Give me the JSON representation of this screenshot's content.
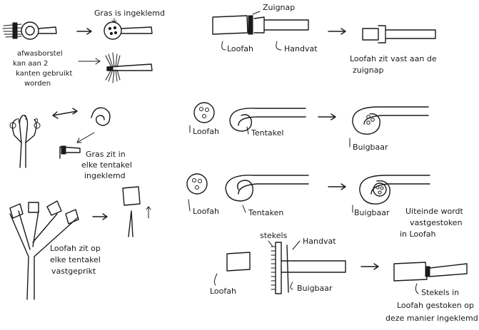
{
  "labels": {
    "gras_ingeklemd": "Gras is ingeklemd",
    "afwasborstel_1": "afwasborstel",
    "afwasborstel_2": "kan aan 2",
    "afwasborstel_3": "kanten gebruikt",
    "afwasborstel_4": "worden",
    "gras_tentakel_1": "Gras zit in",
    "gras_tentakel_2": "elke tentakel",
    "gras_tentakel_3": "ingeklemd",
    "loofah_prikt_1": "Loofah zit op",
    "loofah_prikt_2": "elke tentakel",
    "loofah_prikt_3": "vastgeprikt",
    "zuignap": "Zuignap",
    "loofah_a": "Loofah",
    "handvat_a": "Handvat",
    "loofah_zuignap_1": "Loofah zit vast aan de",
    "loofah_zuignap_2": "zuignap",
    "loofah_b": "Loofah",
    "tentakel_b": "Tentakel",
    "buigbaar_b": "Buigbaar",
    "loofah_c": "Loofah",
    "tentaken_c": "Tentaken",
    "buigbaar_c": "Buigbaar",
    "uiteinde_1": "Uiteinde wordt",
    "uiteinde_2": "vastgestoken",
    "uiteinde_3": "in Loofah",
    "stekels": "stekels",
    "handvat_d": "Handvat",
    "loofah_d": "Loofah",
    "buigbaar_d": "Buigbaar",
    "stekels_loofah_1": "Stekels in",
    "stekels_loofah_2": "Loofah gestoken op",
    "stekels_loofah_3": "deze manier ingeklemd"
  },
  "ink_color": "#1a1a1a"
}
